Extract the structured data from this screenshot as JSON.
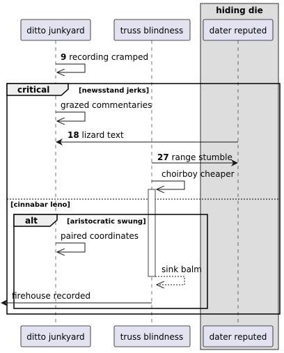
{
  "box": {
    "title": "hiding die"
  },
  "participants": [
    "ditto junkyard",
    "truss blindness",
    "dater reputed"
  ],
  "messages": {
    "m1": {
      "num": "9",
      "text": "recording cramped"
    },
    "m2": {
      "text": "grazed commentaries"
    },
    "m3": {
      "num": "18",
      "text": "lizard text"
    },
    "m4": {
      "num": "27",
      "text": "range stumble"
    },
    "m5": {
      "text": "choirboy cheaper"
    },
    "m6": {
      "text": "paired coordinates"
    },
    "m7": {
      "text": "sink balm"
    },
    "m8": {
      "text": "firehouse recorded"
    }
  },
  "fragments": {
    "critical": {
      "keyword": "critical",
      "guard": "[newsstand jerks]",
      "else_guard": "[cinnabar leno]"
    },
    "alt": {
      "keyword": "alt",
      "guard": "[aristocratic swung]"
    }
  }
}
